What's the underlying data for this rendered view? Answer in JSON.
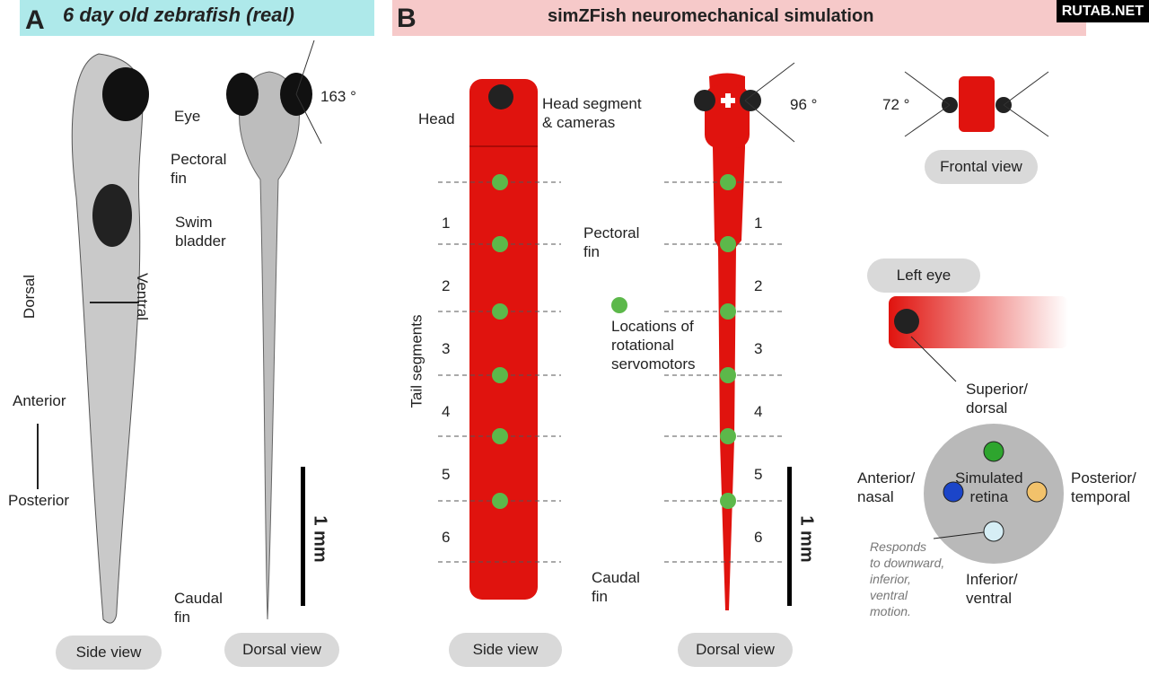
{
  "watermark": "RUTAB.NET",
  "panelA": {
    "letter": "A",
    "title": "6 day old zebrafish (real)",
    "bg": "#aee9ea",
    "labels": {
      "eye": "Eye",
      "pectoral": "Pectoral\nfin",
      "swim": "Swim\nbladder",
      "dorsal": "Dorsal",
      "ventral": "Ventral",
      "anterior": "Anterior",
      "posterior": "Posterior",
      "caudal": "Caudal\nfin",
      "angle": "163 °",
      "scale": "1 mm"
    },
    "side_view": "Side view",
    "dorsal_view": "Dorsal view"
  },
  "panelB": {
    "letter": "B",
    "title": "simZFish neuromechanical simulation",
    "bg": "#f6c9c9",
    "labels": {
      "head": "Head",
      "head_segment": "Head segment\n& cameras",
      "pectoral": "Pectoral\nfin",
      "tail_segments": "Tail segments",
      "servo": "Locations of\nrotational\nservomotors",
      "caudal": "Caudal\nfin",
      "angle_dorsal": "96 °",
      "angle_frontal": "72 °",
      "scale": "1 mm",
      "frontal_view": "Frontal view",
      "left_eye": "Left eye",
      "superior": "Superior/\ndorsal",
      "anterior": "Anterior/\nnasal",
      "posterior": "Posterior/\ntemporal",
      "inferior": "Inferior/\nventral",
      "retina": "Simulated\nretina",
      "responds": "Responds\nto downward,\ninferior,\nventral\nmotion."
    },
    "segments": [
      "1",
      "2",
      "3",
      "4",
      "5",
      "6"
    ],
    "side_view": "Side view",
    "dorsal_view": "Dorsal view",
    "colors": {
      "body": "#e0130e",
      "servo": "#5cb84a",
      "retina": "#b9b9b9",
      "up": "#2ea52e",
      "left": "#1b45c9",
      "right": "#f2c26b",
      "down": "#d6eef5"
    }
  }
}
